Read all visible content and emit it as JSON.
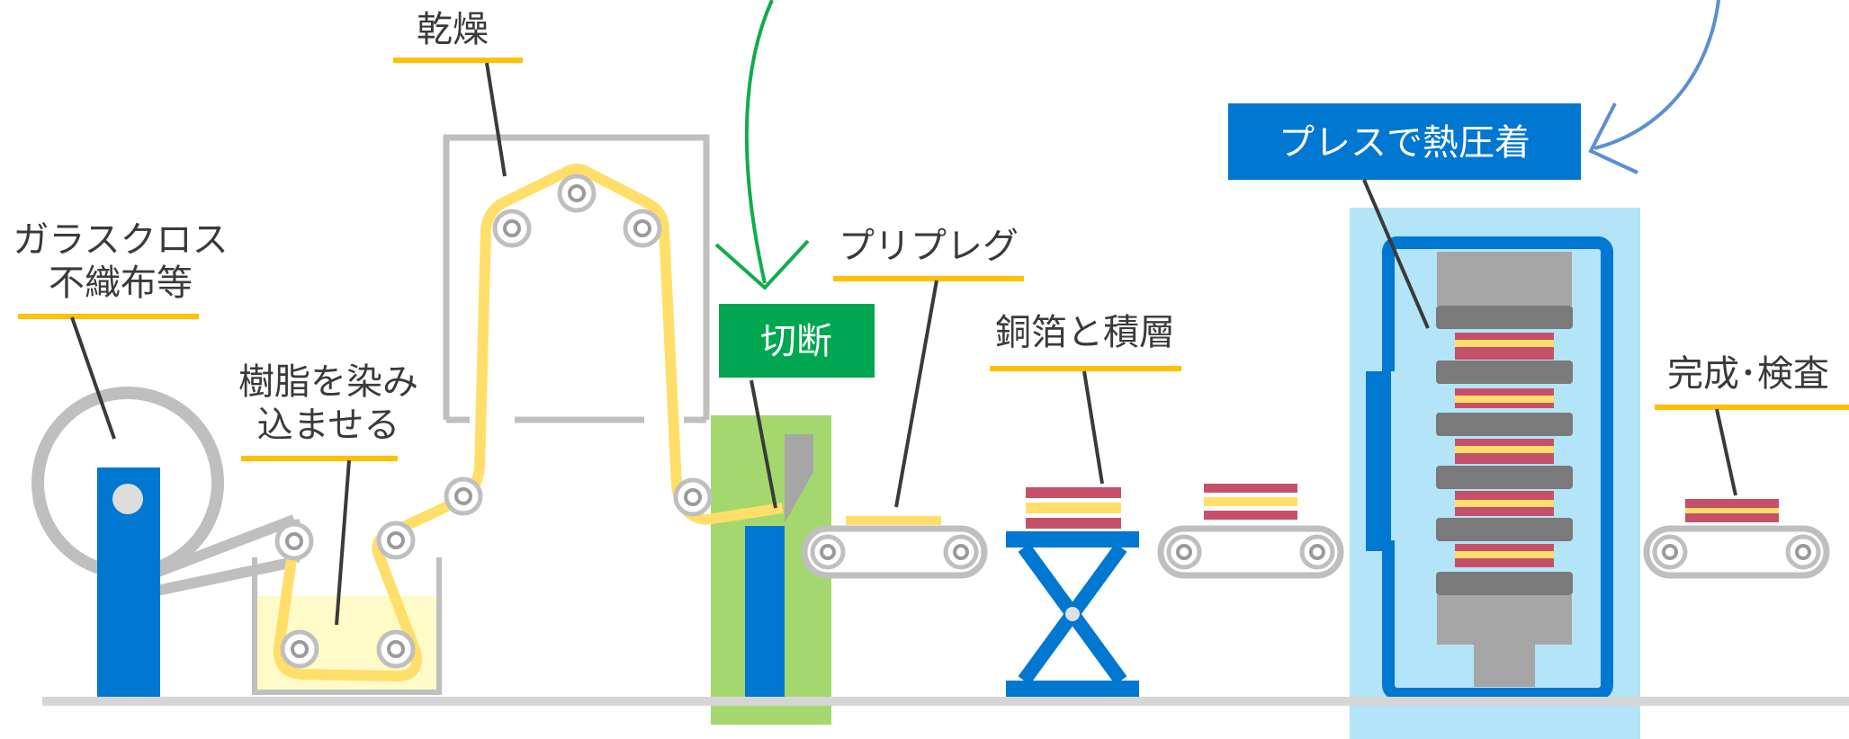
{
  "labels": {
    "glass_cloth_line1": "ガラスクロス",
    "glass_cloth_line2": "不織布等",
    "resin_line1": "樹脂を染み",
    "resin_line2": "込ませる",
    "drying": "乾燥",
    "cutting": "切断",
    "prepreg": "プリプレグ",
    "copper_stack": "銅箔と積層",
    "press": "プレスで熱圧着",
    "finish": "完成･検査"
  },
  "colors": {
    "blue": "#0077D0",
    "yellow": "#FFDF6A",
    "underline": "#FFC000",
    "gray": "#BFBFBF",
    "dark_gray": "#7A7A7A",
    "green_box": "#00A651",
    "green_zone": "#A4D86E",
    "light_blue_zone": "#B3E4F7",
    "red": "#C6506A",
    "resin_fill": "#FFFBC8",
    "arrow_green": "#12AC4B",
    "arrow_blue": "#5A8FD4"
  }
}
